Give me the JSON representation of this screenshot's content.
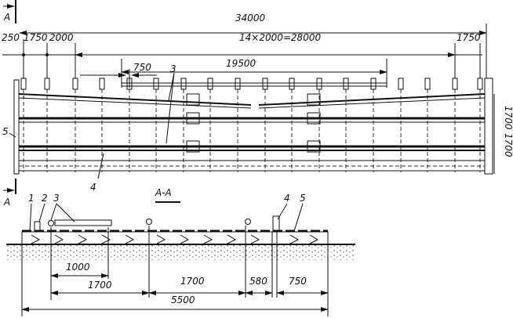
{
  "title": "Plan and Section A-A of rail track panel",
  "section_label": "A-A",
  "cut_label": "A",
  "plan": {
    "dim_total": "34000",
    "dim_left_250": "250",
    "dim_left_1750": "1750",
    "dim_left_2000": "2000",
    "dim_spacing": "14×2000=28000",
    "dim_right_1750": "1750",
    "dim_19500": "19500",
    "dim_750": "750",
    "dim_side_1": "1700",
    "dim_side_2": "1700",
    "callout_3": "3",
    "callout_4": "4",
    "callout_5": "5"
  },
  "section": {
    "callouts": [
      "1",
      "2",
      "3",
      "4",
      "5"
    ],
    "dim_1000": "1000",
    "dim_1700_a": "1700",
    "dim_1700_b": "1700",
    "dim_580": "580",
    "dim_750": "750",
    "dim_5500": "5500"
  }
}
